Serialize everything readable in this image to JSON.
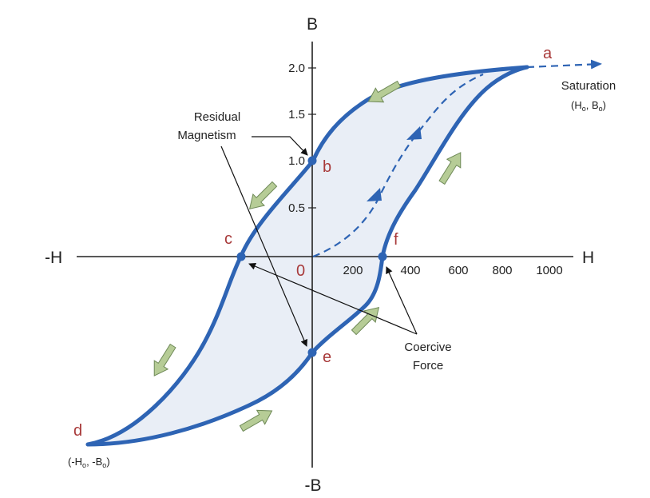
{
  "axes": {
    "positive_x": "H",
    "negative_x": "-H",
    "positive_y": "B",
    "negative_y": "-B",
    "origin": "0",
    "x_ticks": [
      "200",
      "400",
      "600",
      "800",
      "1000"
    ],
    "y_ticks": [
      "2.0",
      "1.5",
      "1.0",
      "0.5"
    ]
  },
  "points": {
    "a": "a",
    "b": "b",
    "c": "c",
    "d": "d",
    "e": "e",
    "f": "f"
  },
  "annotations": {
    "saturation_title": "Saturation",
    "saturation_coords": [
      "(H",
      "o",
      ", B",
      "o",
      ")"
    ],
    "negative_saturation_coords": [
      "(-H",
      "o",
      ", -B",
      "o",
      ")"
    ],
    "residual_line1": "Residual",
    "residual_line2": "Magnetism",
    "coercive_line1": "Coercive",
    "coercive_line2": "Force"
  },
  "colors": {
    "loop": "#2e64b4",
    "loop_fill": "#e9eef6",
    "point_label": "#a83a3a",
    "arrow_fill": "#b6cc96",
    "arrow_stroke": "#6f8a58",
    "axis": "#222222"
  }
}
